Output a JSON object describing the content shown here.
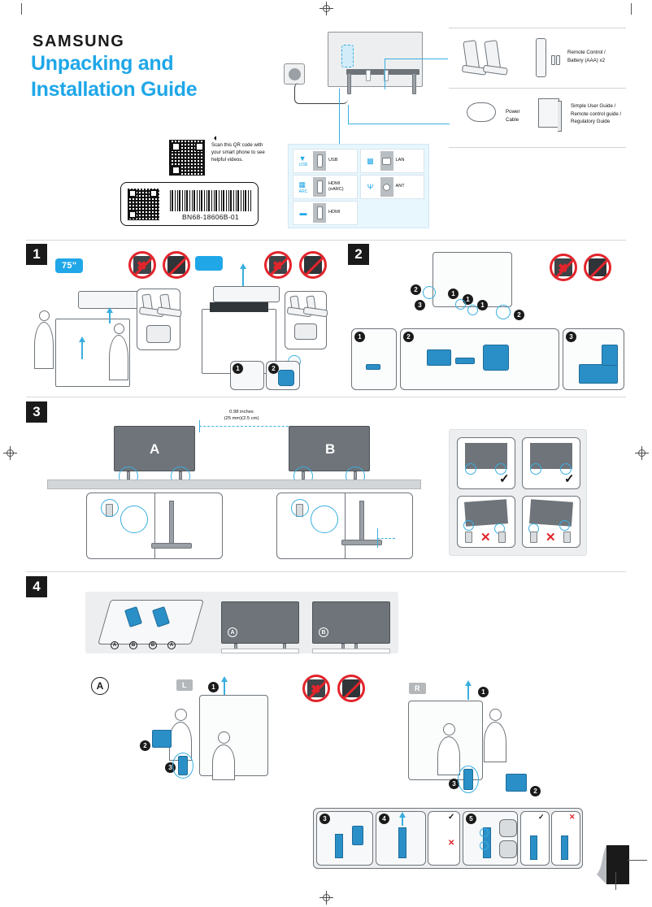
{
  "document": {
    "brand": "SAMSUNG",
    "title_line1": "Unpacking and",
    "title_line2": "Installation Guide",
    "model_code": "BN68-18606B-01",
    "accent_color": "#1fa7e8",
    "warning_color": "#e2242b",
    "dark_color": "#1a1a1a"
  },
  "qr_note": {
    "icon": "qr-code-icon",
    "caret": "left-caret-icon",
    "text": "Scan this QR code with your smart phone to see helpful videos."
  },
  "label_card": {
    "qr_icon": "qr-code-icon",
    "barcode_icon": "barcode-icon",
    "code": "BN68-18606B-01"
  },
  "tv_back": {
    "icon": "tv-rear-panel-icon",
    "outlet_icon": "wall-outlet-icon",
    "cable_icon": "power-cable-icon"
  },
  "ports": {
    "left_column": [
      {
        "pic": "usb-cable-icon",
        "pic_label": "USB",
        "jack": "usb-jack-icon",
        "name": "USB"
      },
      {
        "pic": "soundbar-arc-icon",
        "pic_label": "ARC",
        "jack": "hdmi-jack-icon",
        "name": "HDMI (eARC)"
      },
      {
        "pic": "device-icon",
        "pic_label": "",
        "jack": "hdmi-jack-icon",
        "name": "HDMI"
      }
    ],
    "right_column": [
      {
        "pic": "lan-cable-icon",
        "pic_label": "",
        "jack": "lan-jack-icon",
        "name": "LAN"
      },
      {
        "pic": "antenna-icon",
        "pic_label": "",
        "jack": "coax-jack-icon",
        "name": "ANT"
      }
    ]
  },
  "accessories": [
    {
      "icon": "tv-stand-legs-icon",
      "label": ""
    },
    {
      "icon": "remote-control-icon",
      "label": "Remote Control /\nBattery (AAA) x2"
    },
    {
      "icon": "power-cable-icon",
      "label": "Power\nCable"
    },
    {
      "icon": "user-guide-booklet-icon",
      "label": "Simple User Guide /\nRemote control guide /\nRegulatory Guide"
    }
  ],
  "steps": [
    {
      "number": "1",
      "size_tag": "75\"",
      "size_tag_blank": "",
      "warnings": [
        "no-drop-icon",
        "no-lay-flat-icon"
      ],
      "sub_bubbles": [
        "1",
        "2"
      ]
    },
    {
      "number": "2",
      "warnings": [
        "no-drop-icon",
        "no-sharp-object-icon"
      ],
      "callouts": [
        "1",
        "1",
        "1",
        "2",
        "2",
        "3"
      ],
      "sub_panels": [
        "1",
        "2",
        "3"
      ]
    },
    {
      "number": "3",
      "dimension_line1": "0.98 inches",
      "dimension_line2": "(25 mm)(2.5 cm)",
      "tv_labels": [
        "A",
        "B"
      ],
      "ok_grid": [
        {
          "mark": "check",
          "symbol": "✓"
        },
        {
          "mark": "check",
          "symbol": "✓"
        },
        {
          "mark": "cross",
          "symbol": "✕"
        },
        {
          "mark": "cross",
          "symbol": "✕"
        }
      ]
    },
    {
      "number": "4",
      "template_markers": [
        "A",
        "B",
        "B",
        "A"
      ],
      "tv_variants": [
        "A",
        "B"
      ],
      "assembly_left": {
        "letter": "A",
        "side_tag": "L",
        "bubbles": [
          "1",
          "2",
          "3"
        ]
      },
      "assembly_right": {
        "side_tag": "R",
        "bubbles": [
          "1",
          "2",
          "3"
        ]
      },
      "warnings": [
        "no-drop-icon",
        "no-sharp-object-icon"
      ],
      "bottom_strip": [
        {
          "bubble": "3"
        },
        {
          "bubble": "4",
          "marks": [
            "✓",
            "✕"
          ]
        },
        {
          "bubble": "5",
          "marks": [
            "✓",
            "✕"
          ]
        }
      ]
    }
  ],
  "corner_logo": {
    "icon": "page-peel-icon"
  }
}
